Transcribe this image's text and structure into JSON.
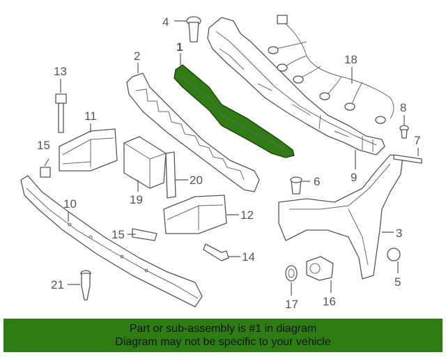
{
  "callouts": {
    "c1": "1",
    "c2": "2",
    "c3": "3",
    "c4": "4",
    "c5": "5",
    "c6": "6",
    "c7": "7",
    "c8": "8",
    "c9": "9",
    "c10": "10",
    "c11": "11",
    "c12": "12",
    "c13": "13",
    "c14": "14",
    "c15a": "15",
    "c15b": "15",
    "c16": "16",
    "c17": "17",
    "c18": "18",
    "c19": "19",
    "c20": "20",
    "c21": "21"
  },
  "highlight": {
    "part": "1",
    "color": "#2e7d12"
  },
  "banner": {
    "line1": "Part or sub-assembly is #1 in diagram",
    "line2": "Diagram may not be specific to your vehicle"
  }
}
